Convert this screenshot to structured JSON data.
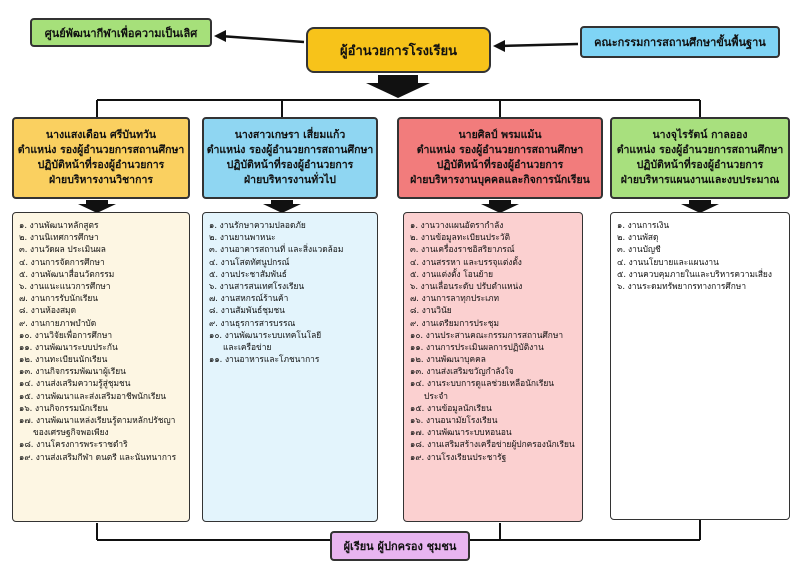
{
  "top": "ผู้อำนวยการโรงเรียน",
  "left_box": "ศูนย์พัฒนากีฬาเพื่อความเป็นเลิศ",
  "right_box": "คณะกรรมการสถานศึกษาขั้นพื้นฐาน",
  "bottom": "ผู้เรียน ผู้ปกครอง ชุมชน",
  "colors": {
    "top": "#f7c31a",
    "left": "#a6e07a",
    "right": "#7fd4f5",
    "bottom": "#e8b5f0"
  },
  "columns": [
    {
      "name": "นางแสงเดือน ศรีบันทวัน",
      "position": "ตำแหน่ง รองผู้อำนวยการสถานศึกษา",
      "duty": "ปฏิบัติหน้าที่รองผู้อำนวยการ",
      "department": "ฝ่ายบริหารงานวิชาการ",
      "head_color": "#fad060",
      "list_color": "#fdf6e3",
      "items": [
        "๑. งานพัฒนาหลักสูตร",
        "๒. งานนิเทศการศึกษา",
        "๓. งานวัดผล ประเมินผล",
        "๔. งานการจัดการศึกษา",
        "๕. งานพัฒนาสื่อนวัตกรรม",
        "๖. งานแนะแนวการศึกษา",
        "๗. งานการรับนักเรียน",
        "๘. งานห้องสมุด",
        "๙. งานกายภาพบำบัด",
        "๑๐. งานวิจัยเพื่อการศึกษา",
        "๑๑. งานพัฒนาระบบประกัน",
        "๑๒. งานทะเบียนนักเรียน",
        "๑๓. งานกิจกรรมพัฒนาผู้เรียน",
        "๑๔. งานส่งเสริมความรู้สู่ชุมชน",
        "๑๕. งานพัฒนาและส่งเสริมอาชีพนักเรียน",
        "๑๖. งานกิจกรรมนักเรียน",
        "๑๗. งานพัฒนาแหล่งเรียนรู้ตามหลักปรัชญา",
        "ของเศรษฐกิจพอเพียง",
        "๑๘. งานโครงการพระราชดำริ",
        "๑๙. งานส่งเสริมกีฬา ดนตรี และนันทนาการ"
      ]
    },
    {
      "name": "นางสาวเกษรา เสี่ยมแก้ว",
      "position": "ตำแหน่ง รองผู้อำนวยการสถานศึกษา",
      "duty": "ปฏิบัติหน้าที่รองผู้อำนวยการ",
      "department": "ฝ่ายบริหารงานทั่วไป",
      "head_color": "#8fd6f2",
      "list_color": "#e3f4fc",
      "items": [
        "๑. งานรักษาความปลอดภัย",
        "๒. งานยานพาหนะ",
        "๓. งานอาคารสถานที่ และสิ่งแวดล้อม",
        "๔. งานโสตทัศนูปกรณ์",
        "๕. งานประชาสัมพันธ์",
        "๖. งานสารสนเทศโรงเรียน",
        "๗. งานสหกรณ์ร้านค้า",
        "๘. งานสัมพันธ์ชุมชน",
        "๙. งานธุรการสารบรรณ",
        "๑๐. งานพัฒนาระบบเทคโนโลยี",
        "และเครือข่าย",
        "๑๑. งานอาหารและโภชนาการ"
      ]
    },
    {
      "name": "นายศิลป์ พรมแม้น",
      "position": "ตำแหน่ง รองผู้อำนวยการสถานศึกษา",
      "duty": "ปฏิบัติหน้าที่รองผู้อำนวยการ",
      "department": "ฝ่ายบริหารงานบุคคลและกิจการนักเรียน",
      "head_color": "#f27c7c",
      "list_color": "#fbd0d0",
      "items": [
        "๑. งานวางแผนอัตรากำลัง",
        "๒. งานข้อมูลทะเบียนประวัติ",
        "๓. งานเครื่องราชอิสริยาภรณ์",
        "๔. งานสรรหา และบรรจุแต่งตั้ง",
        "๕. งานแต่งตั้ง โอนย้าย",
        "๖. งานเลื่อนระดับ ปรับตำแหน่ง",
        "๗. งานการลาทุกประเภท",
        "๘. งานวินัย",
        "๙. งานเตรียมการประชุม",
        "๑๐. งานประสานคณะกรรมการสถานศึกษา",
        "๑๑. งานการประเมินผลการปฏิบัติงาน",
        "๑๒. งานพัฒนาบุคคล",
        "๑๓. งานส่งเสริมขวัญกำลังใจ",
        "๑๔. งานระบบการดูแลช่วยเหลือนักเรียน",
        "ประจำ",
        "๑๕. งานข้อมูลนักเรียน",
        "๑๖. งานอนามัยโรงเรียน",
        "๑๗. งานพัฒนาระบบหอนอน",
        "๑๘. งานเสริมสร้างเครือข่ายผู้ปกครองนักเรียน",
        "๑๙. งานโรงเรียนประชารัฐ"
      ]
    },
    {
      "name": "นางจุไรรัตน์ กาลออง",
      "position": "ตำแหน่ง รองผู้อำนวยการสถานศึกษา",
      "duty": "ปฏิบัติหน้าที่รองผู้อำนวยการ",
      "department": "ฝ่ายบริหารแผนงานและงบประมาณ",
      "head_color": "#a8e07e",
      "list_color": "#ffffff",
      "items": [
        "๑. งานการเงิน",
        "๒. งานพัสดุ",
        "๓. งานบัญชี",
        "๔. งานนโยบายและแผนงาน",
        "๕. งานควบคุมภายในและบริหารความเสี่ยง",
        "๖. งานระดมทรัพยากรทางการศึกษา"
      ]
    }
  ]
}
